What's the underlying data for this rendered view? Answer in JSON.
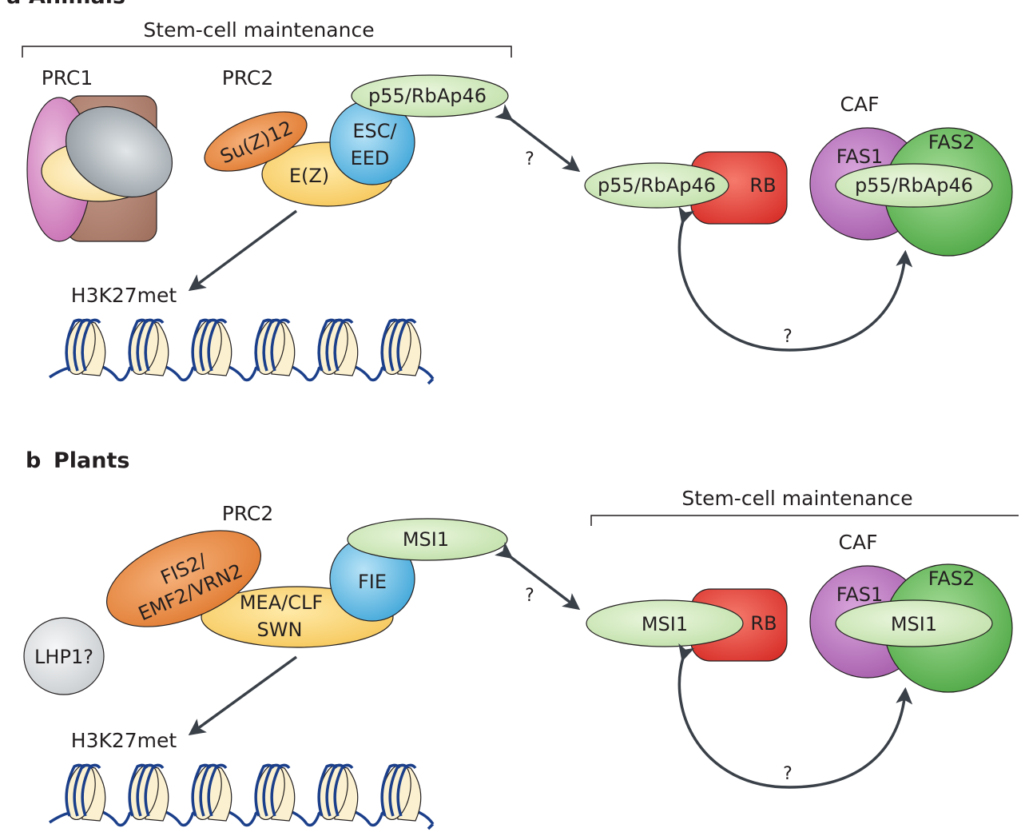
{
  "panel_a": {
    "letter": "a",
    "title": "Animals",
    "stem_cell_label": "Stem-cell maintenance",
    "prc1_label": "PRC1",
    "prc2_label": "PRC2",
    "caf_label": "CAF",
    "suz12": "Su(Z)12",
    "ez": "E(Z)",
    "esc_eed_line1": "ESC/",
    "esc_eed_line2": "EED",
    "p55_prc2": "p55/RbAp46",
    "p55_rb": "p55/RbAp46",
    "rb": "RB",
    "fas1": "FAS1",
    "fas2": "FAS2",
    "p55_caf": "p55/RbAp46",
    "q_top": "?",
    "q_bottom": "?",
    "h3k27": "H3K27met"
  },
  "panel_b": {
    "letter": "b",
    "title": "Plants",
    "stem_cell_label": "Stem-cell maintenance",
    "prc2_label": "PRC2",
    "caf_label": "CAF",
    "fis2_line1": "FIS2/",
    "fis2_line2": "EMF2/VRN2",
    "mea_line1": "MEA/CLF",
    "mea_line2": "SWN",
    "fie": "FIE",
    "msi1_prc2": "MSI1",
    "lhp1": "LHP1?",
    "msi1_rb": "MSI1",
    "rb": "RB",
    "fas1": "FAS1",
    "fas2": "FAS2",
    "msi1_caf": "MSI1",
    "q_top": "?",
    "q_bottom": "?",
    "h3k27": "H3K27met"
  },
  "colors": {
    "pink": "#d586c2",
    "brown": "#b48270",
    "grey_oval": "#a4acb2",
    "cream": "#fbe9b5",
    "orange": "#ea8a45",
    "yellow": "#fbd679",
    "blue": "#68bde6",
    "light_green": "#d3eac0",
    "red": "#e9443a",
    "purple": "#b870bd",
    "green": "#6bbd5e",
    "lhp1_grey": "#dee0e2",
    "dna_blue": "#1b3f8a"
  }
}
